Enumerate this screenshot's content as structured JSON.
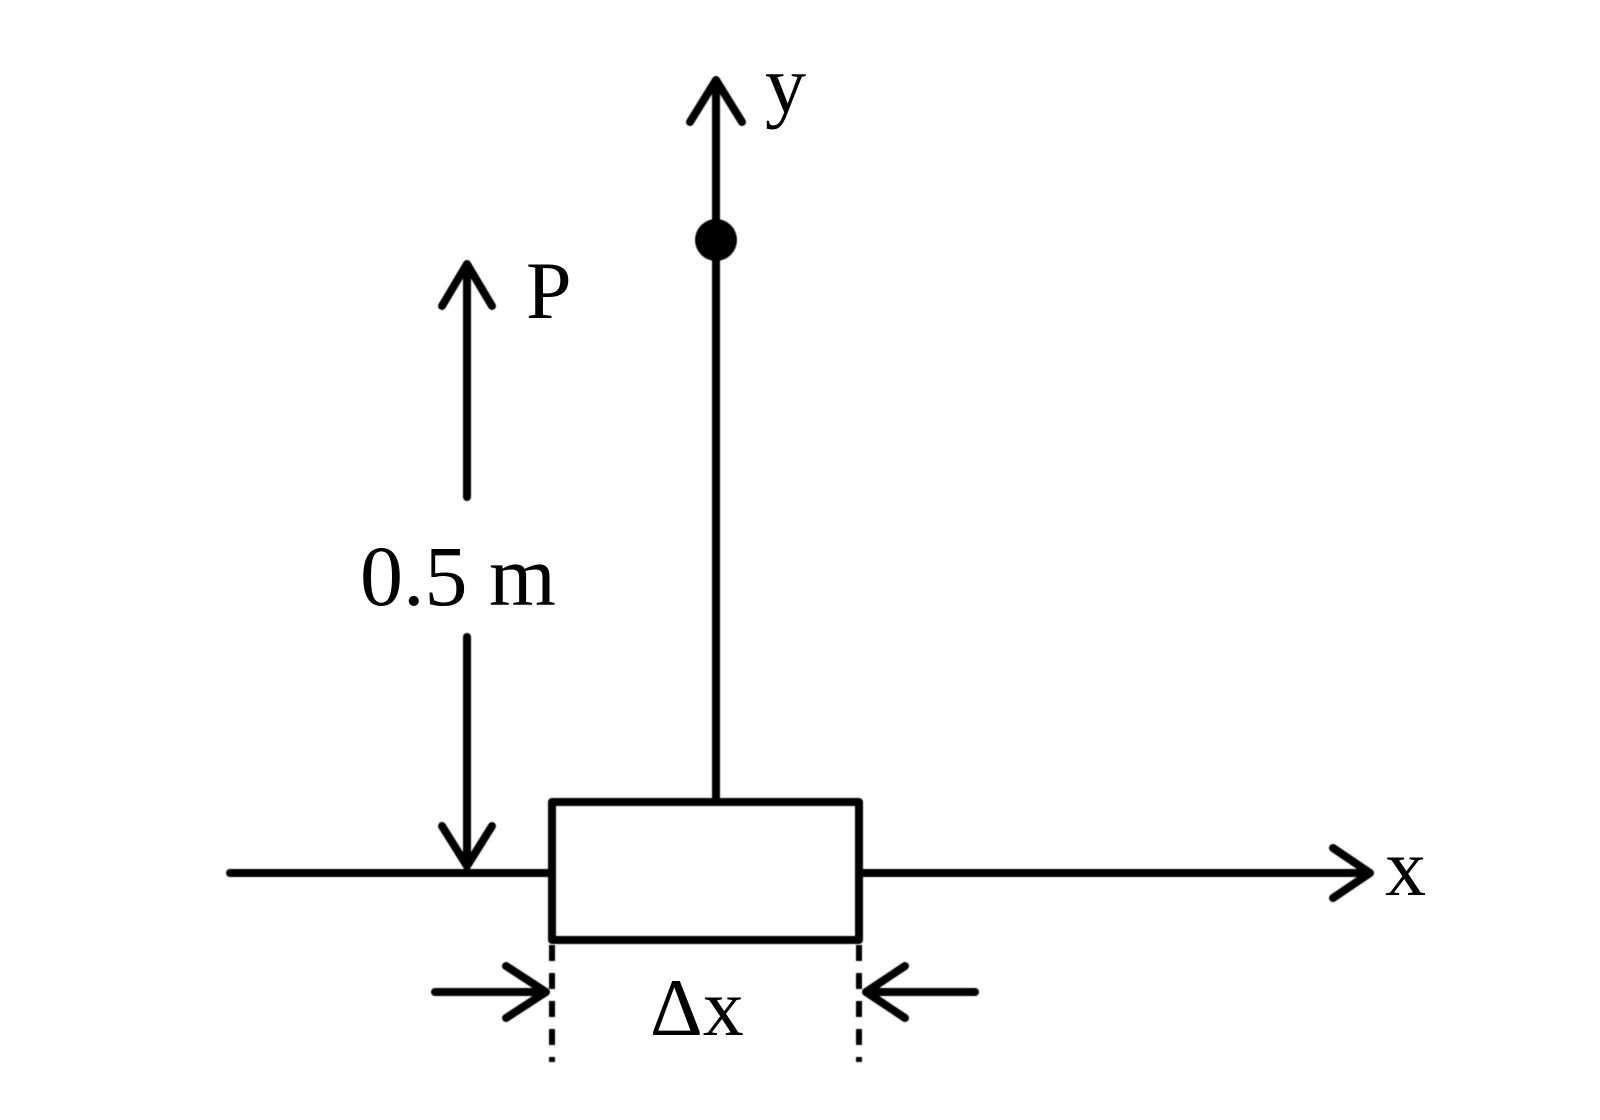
{
  "labels": {
    "y_axis": "y",
    "x_axis": "x",
    "point": "P",
    "distance": "0.5 m",
    "width": "Δx"
  },
  "colors": {
    "ink": "#000000",
    "background": "#ffffff"
  }
}
